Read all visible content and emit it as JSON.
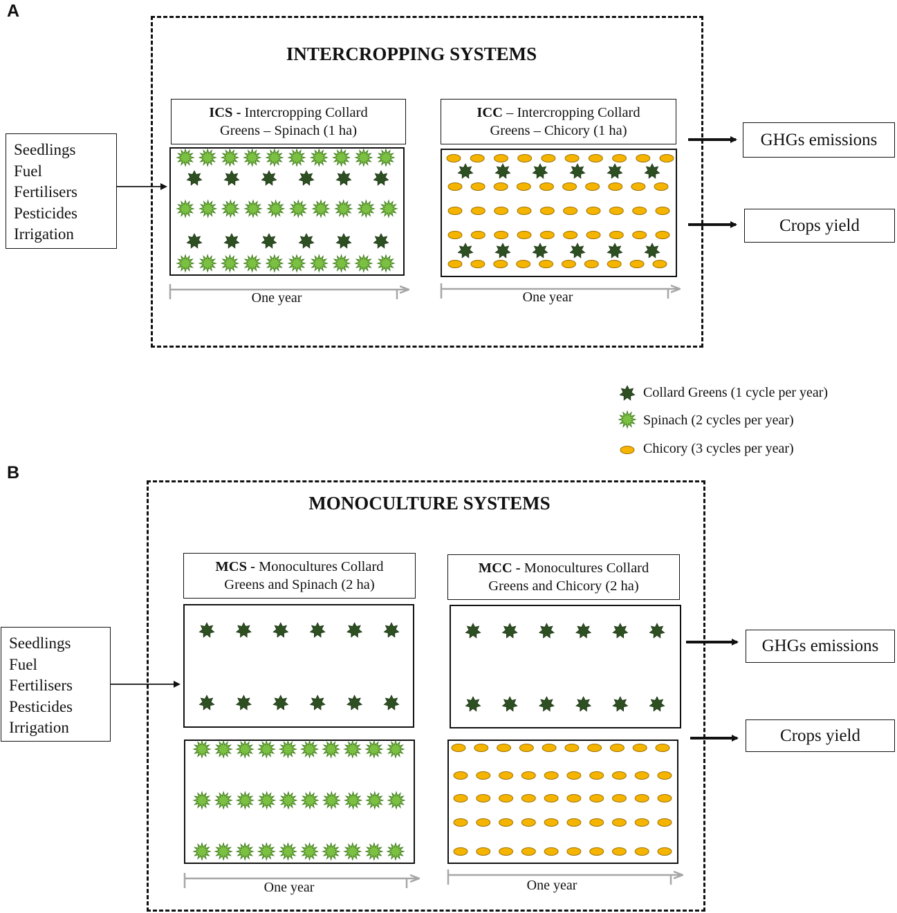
{
  "panel_a": {
    "letter": "A",
    "title": "INTERCROPPING SYSTEMS",
    "systems": [
      {
        "code": "ICS -",
        "name_line1": "Intercropping Collard",
        "name_line2": "Greens – Spinach (1 ha)"
      },
      {
        "code": "ICC",
        "name_line1": "– Intercropping Collard",
        "name_line2": "Greens – Chicory (1 ha)"
      }
    ],
    "timeline_label": "One year"
  },
  "panel_b": {
    "letter": "B",
    "title": "MONOCULTURE SYSTEMS",
    "systems": [
      {
        "code": "MCS -",
        "name_line1": "Monocultures Collard",
        "name_line2": "Greens and Spinach (2 ha)"
      },
      {
        "code": "MCC -",
        "name_line1": "Monocultures Collard",
        "name_line2": "Greens and Chicory (2 ha)"
      }
    ],
    "timeline_label": "One year"
  },
  "inputs": [
    "Seedlings",
    "Fuel",
    "Fertilisers",
    "Pesticides",
    "Irrigation"
  ],
  "outputs": {
    "emissions": "GHGs emissions",
    "yield": "Crops yield"
  },
  "legend": [
    {
      "label": "Collard Greens (1 cycle per year)",
      "icon": "collard-greens-icon",
      "color": "#2d4f22"
    },
    {
      "label": "Spinach (2 cycles per year)",
      "icon": "spinach-icon",
      "color": "#7cc043"
    },
    {
      "label": "Chicory (3 cycles per year)",
      "icon": "chicory-icon",
      "color": "#f4b400"
    }
  ]
}
